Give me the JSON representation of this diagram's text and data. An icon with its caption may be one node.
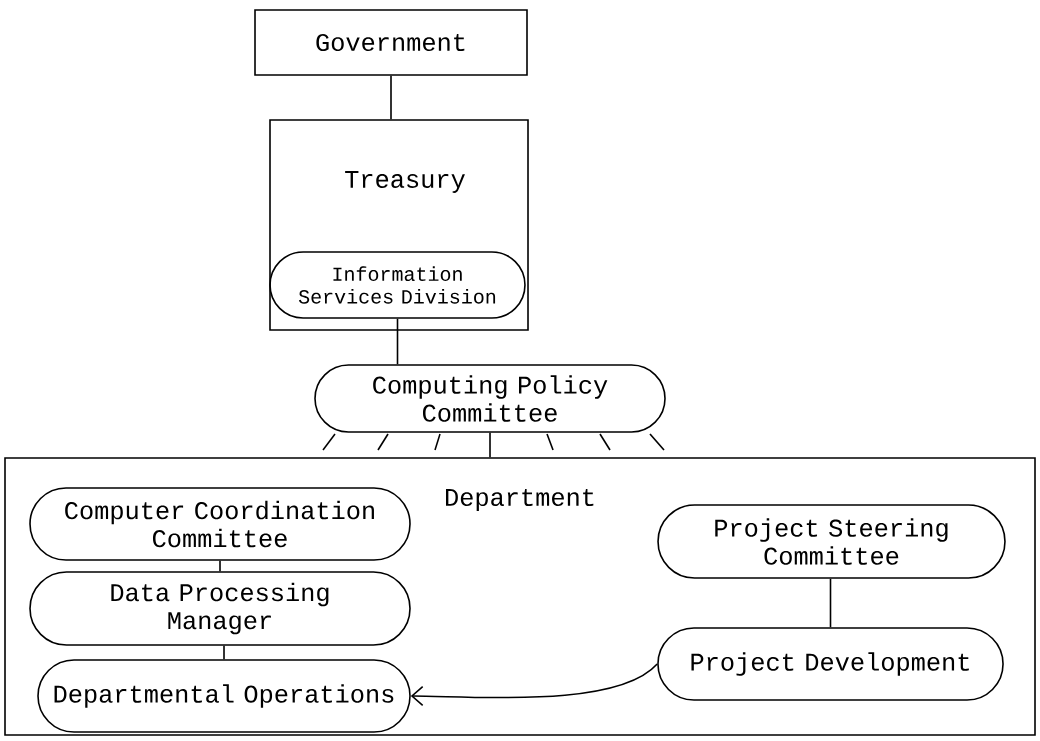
{
  "diagram": {
    "nodes": [
      {
        "text": [
          "Government"
        ]
      },
      {
        "text": [
          "Treasury"
        ]
      },
      {
        "text": [
          "Information Services Division"
        ],
        "in": 1
      },
      {
        "text": [
          "Computing Policy Committee"
        ]
      },
      {
        "text": [
          "Department"
        ]
      },
      {
        "text": [
          "Computer Coordination Committee"
        ],
        "in": 4
      },
      {
        "text": [
          "Data Processing Manager"
        ],
        "in": 4
      },
      {
        "text": [
          "Departmental Operations"
        ],
        "in": 4
      },
      {
        "text": [
          "Project Steering Committee"
        ],
        "in": 4
      },
      {
        "text": [
          "Project Development"
        ],
        "in": 4
      }
    ],
    "edges": [
      {
        "from": 0,
        "to": 1,
        "arrow": "none"
      },
      {
        "from": 2,
        "to": 3,
        "arrow": "none"
      },
      {
        "from": 3,
        "to": 4,
        "arrow": "none"
      },
      {
        "from": 5,
        "to": 6,
        "arrow": "none"
      },
      {
        "from": 6,
        "to": 7,
        "arrow": "none"
      },
      {
        "from": 8,
        "to": 9,
        "arrow": "none"
      },
      {
        "from": 9,
        "to": 7,
        "arrow": "to"
      }
    ]
  }
}
